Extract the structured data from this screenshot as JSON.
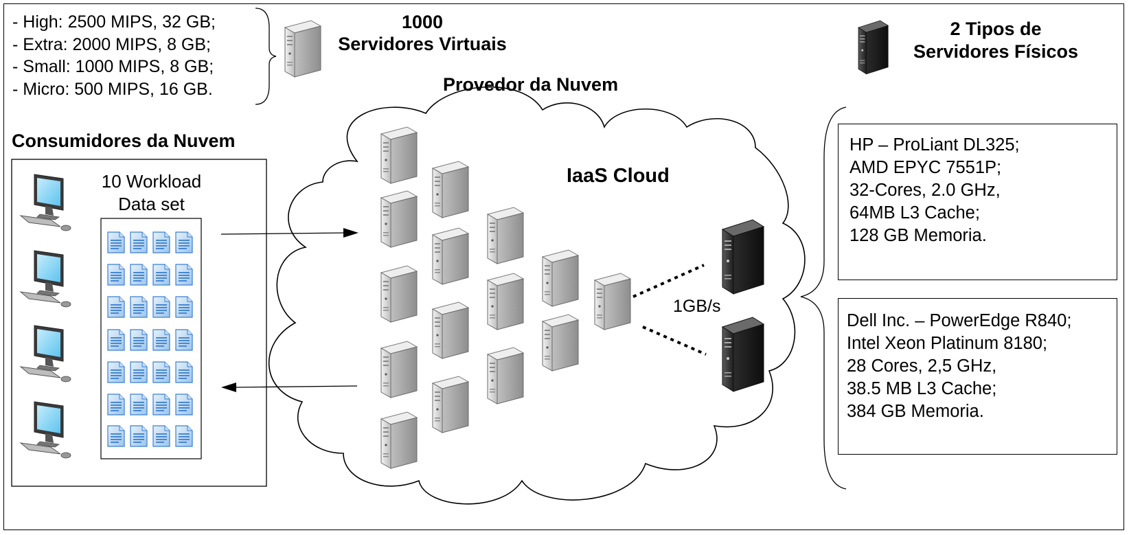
{
  "vm_specs": [
    "- High: 2500 MIPS, 32 GB;",
    "- Extra: 2000 MIPS, 8 GB;",
    "- Small: 1000 MIPS, 8 GB;",
    "- Micro: 500 MIPS, 16 GB."
  ],
  "virtual_servers": {
    "count": "1000",
    "label": "Servidores Virtuais"
  },
  "physical_servers": {
    "line1": "2 Tipos de",
    "line2": "Servidores Físicos"
  },
  "provider_label": "Provedor da Nuvem",
  "consumer_label": "Consumidores da Nuvem",
  "workload": {
    "line1": "10 Workload",
    "line2": "Data set"
  },
  "cloud_label": "IaaS Cloud",
  "link_speed": "1GB/s",
  "hp_server": [
    "HP – ProLiant DL325;",
    "AMD EPYC 7551P;",
    "32-Cores, 2.0 GHz,",
    "64MB L3 Cache;",
    "128 GB Memoria."
  ],
  "dell_server": [
    "Dell Inc. – PowerEdge R840;",
    "Intel Xeon Platinum 8180;",
    "28 Cores, 2,5 GHz,",
    "38.5 MB L3 Cache;",
    "384 GB Memoria."
  ],
  "icons": {
    "virtual_server": "server-tower-icon",
    "physical_server": "dark-server-tower-icon",
    "consumer": "desktop-computer-icon",
    "dataset": "document-icon"
  },
  "colors": {
    "server_light": "#d9d9d9",
    "server_dark": "#2f2f2f",
    "document_blue": "#3a7fd0",
    "monitor_screen": "#5cc4f0"
  }
}
